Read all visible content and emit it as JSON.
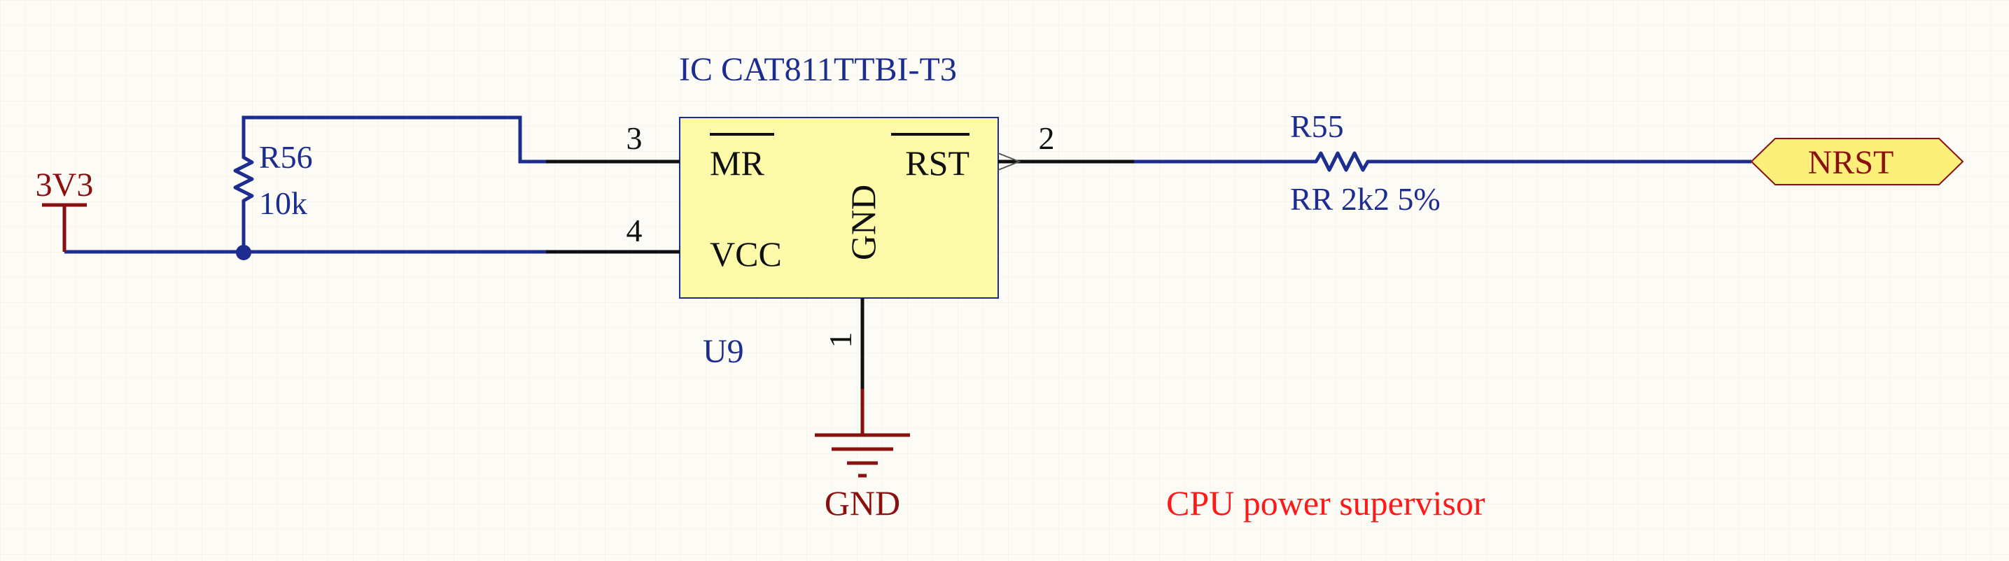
{
  "colors": {
    "background": "#fcfbf6",
    "grid": "#f1efe6",
    "wire": "#1c2d8f",
    "pin": "#101010",
    "ic_fill": "#fdfba9",
    "ic_border": "#1c2d8f",
    "port_fill": "#fdf07a",
    "power": "#8a1010",
    "label_blue": "#1c2d8f",
    "comment_red": "#ff1a1a"
  },
  "ic": {
    "title": "IC CAT811TTBI-T3",
    "designator": "U9",
    "pins": [
      {
        "number": "3",
        "name": "MR"
      },
      {
        "number": "4",
        "name": "VCC"
      },
      {
        "number": "2",
        "name": "RST"
      },
      {
        "number": "1",
        "name": "GND"
      }
    ]
  },
  "r56": {
    "designator": "R56",
    "value": "10k"
  },
  "r55": {
    "designator": "R55",
    "value": "RR 2k2 5%"
  },
  "power": {
    "supply": "3V3",
    "ground": "GND"
  },
  "port": {
    "label": "NRST"
  },
  "comment": "CPU power supervisor"
}
